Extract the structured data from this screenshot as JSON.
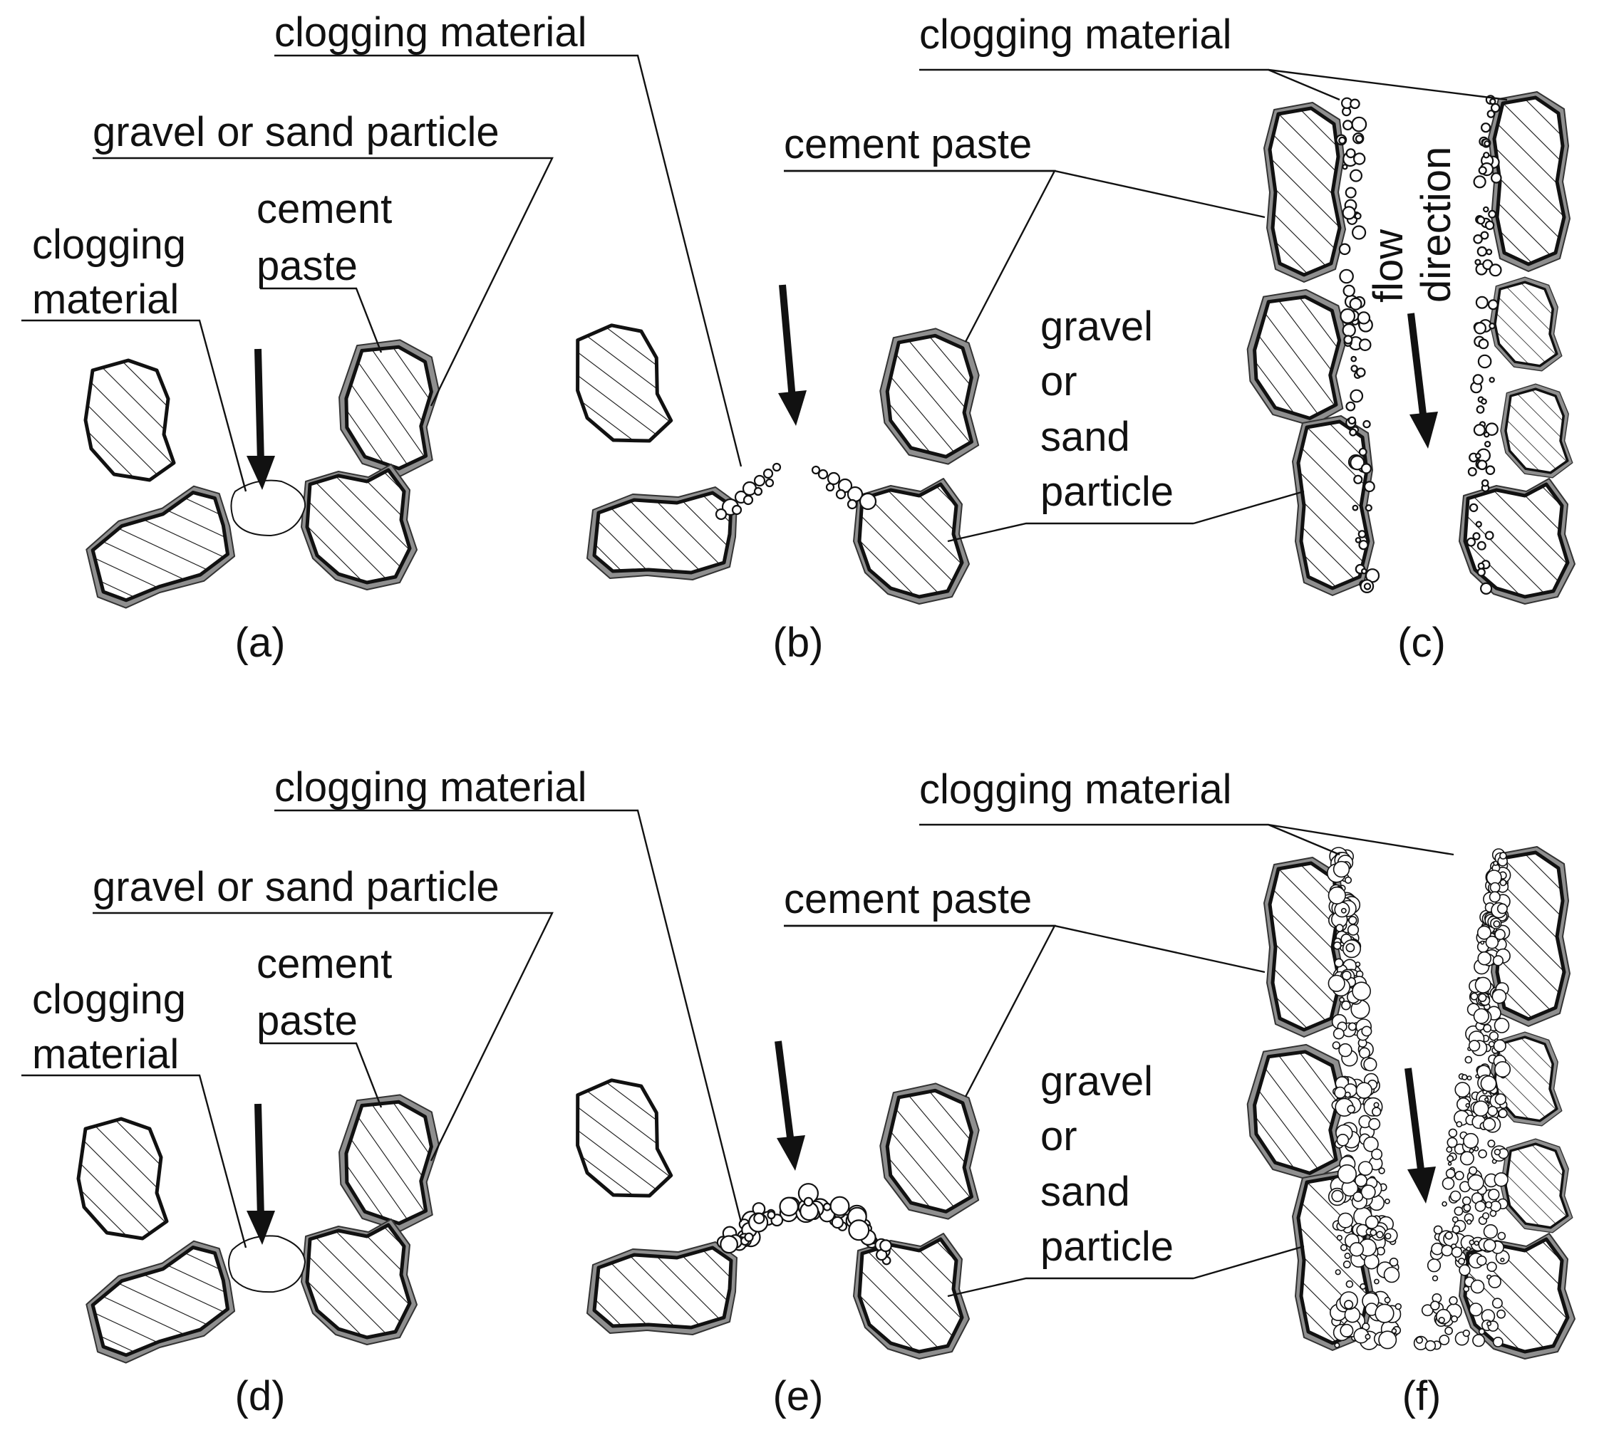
{
  "labels": {
    "clogging_material": "clogging material",
    "gravel_or_sand_particle": "gravel or sand particle",
    "cement": "cement",
    "paste": "paste",
    "clogging": "clogging",
    "material": "material",
    "cement_paste": "cement paste",
    "gravel": "gravel",
    "or": "or",
    "sand": "sand",
    "particle": "particle",
    "flow": "flow",
    "direction": "direction"
  },
  "panels": [
    {
      "caption": "(a)"
    },
    {
      "caption": "(b)"
    },
    {
      "caption": "(c)"
    },
    {
      "caption": "(d)"
    },
    {
      "caption": "(e)"
    },
    {
      "caption": "(f)"
    }
  ],
  "colors": {
    "particle_outline": "#111111",
    "cement_paste": "#8f8f8f",
    "background": "#ffffff"
  }
}
